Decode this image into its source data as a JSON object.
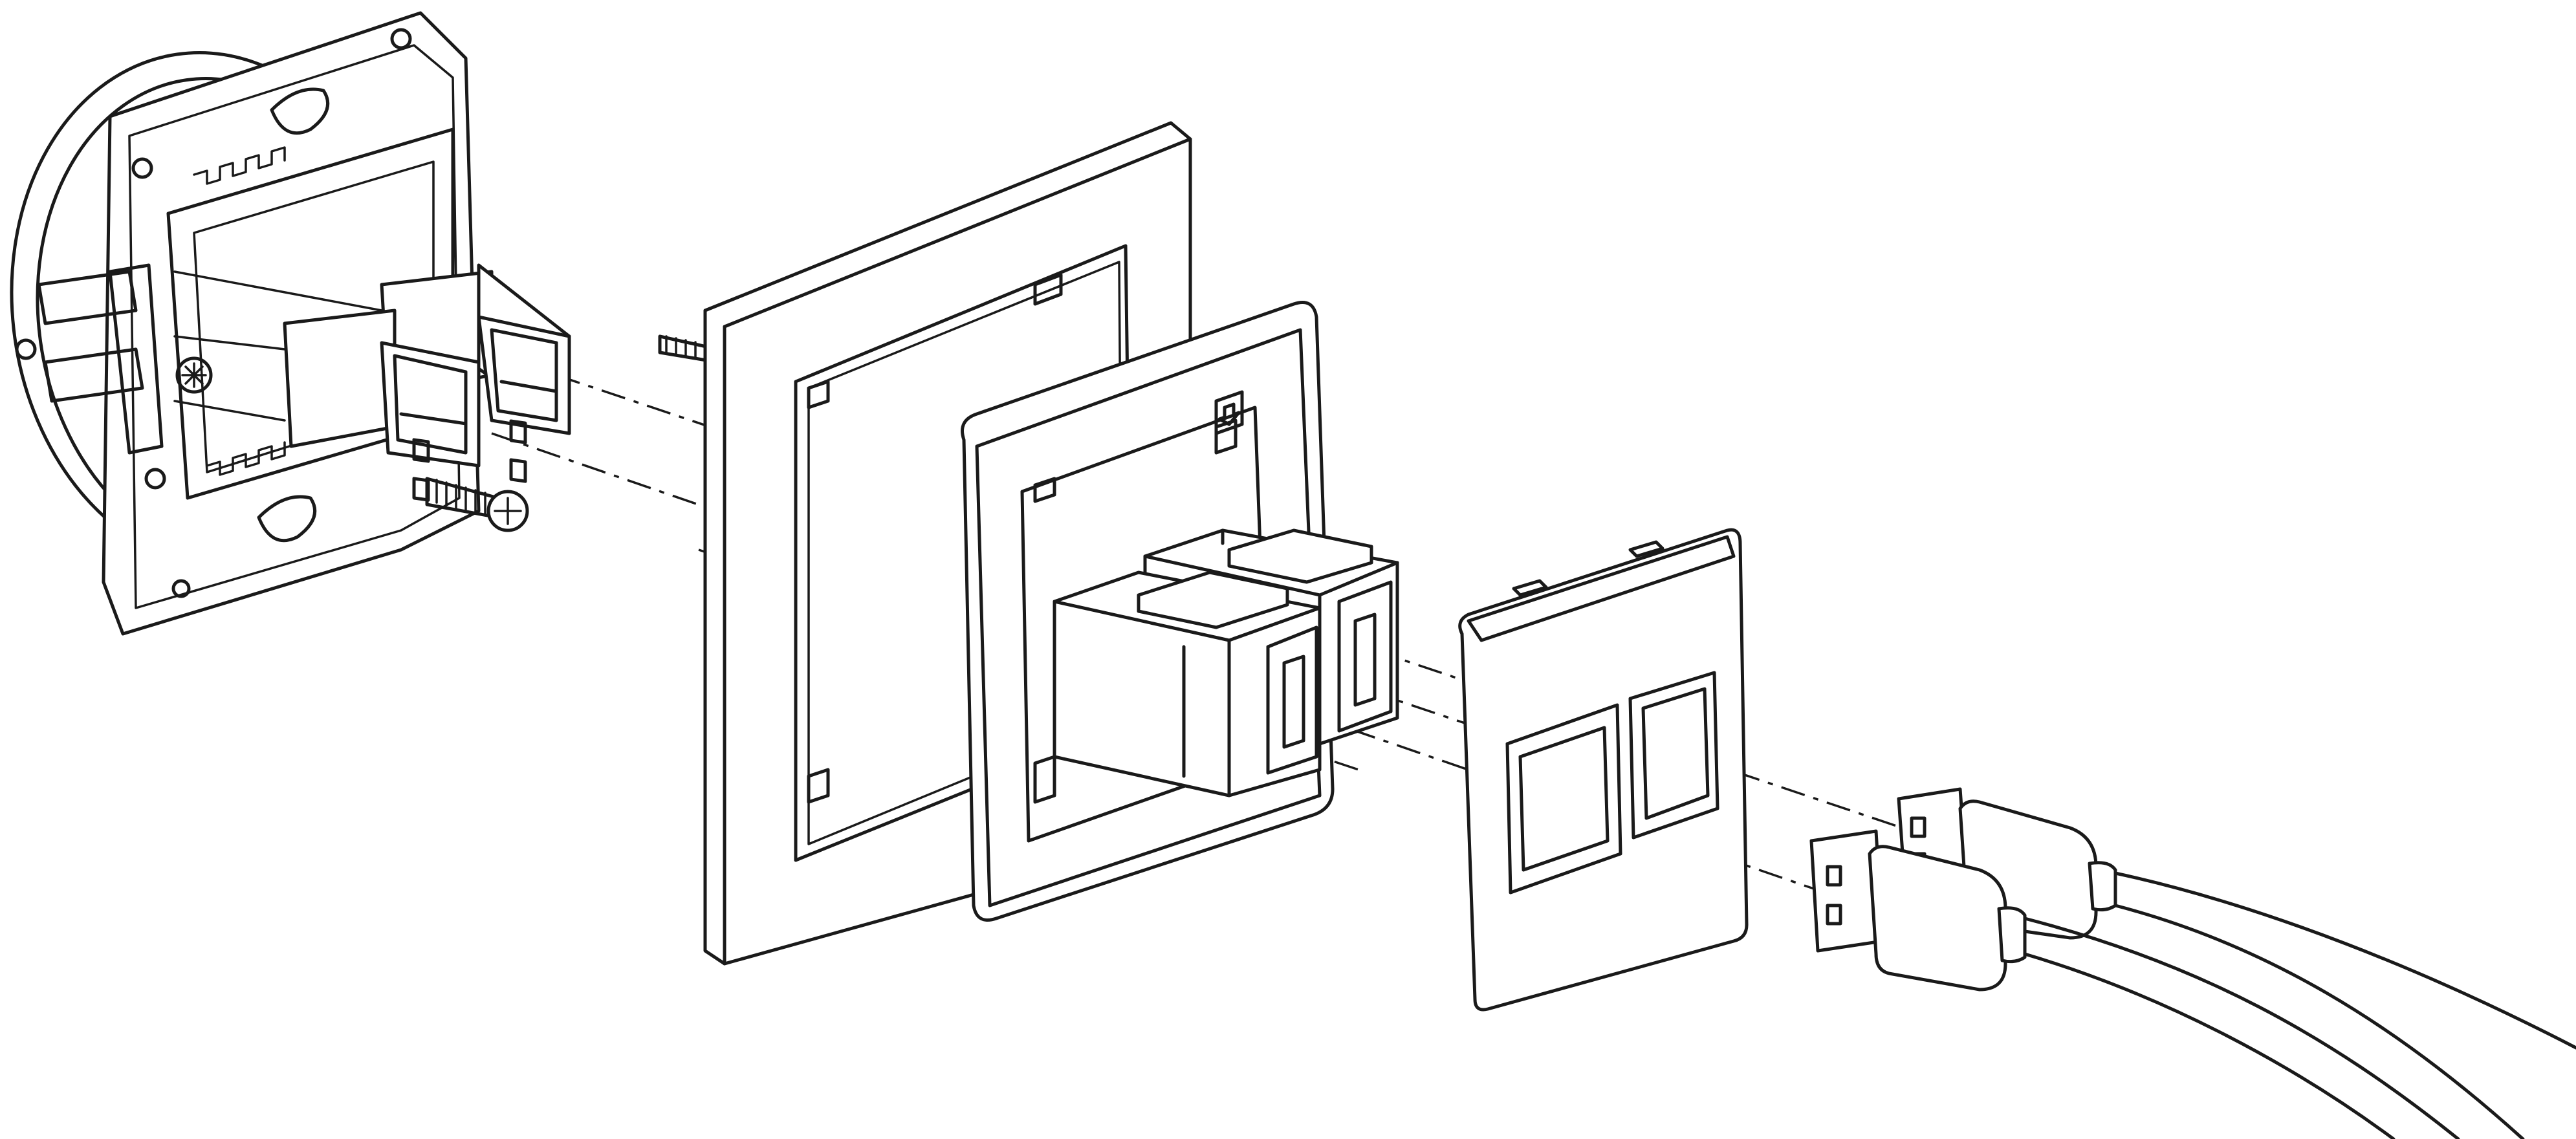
{
  "diagram": {
    "type": "exploded-assembly-line-drawing",
    "colors": {
      "line": "#1a1a1a",
      "background": "#ffffff"
    },
    "components": [
      "mounting-plate-with-usb-adapters",
      "fixing-screws",
      "outer-frame",
      "inner-frame",
      "dual-usb-keystone-couplers",
      "cover-plate",
      "usb-cables"
    ]
  }
}
